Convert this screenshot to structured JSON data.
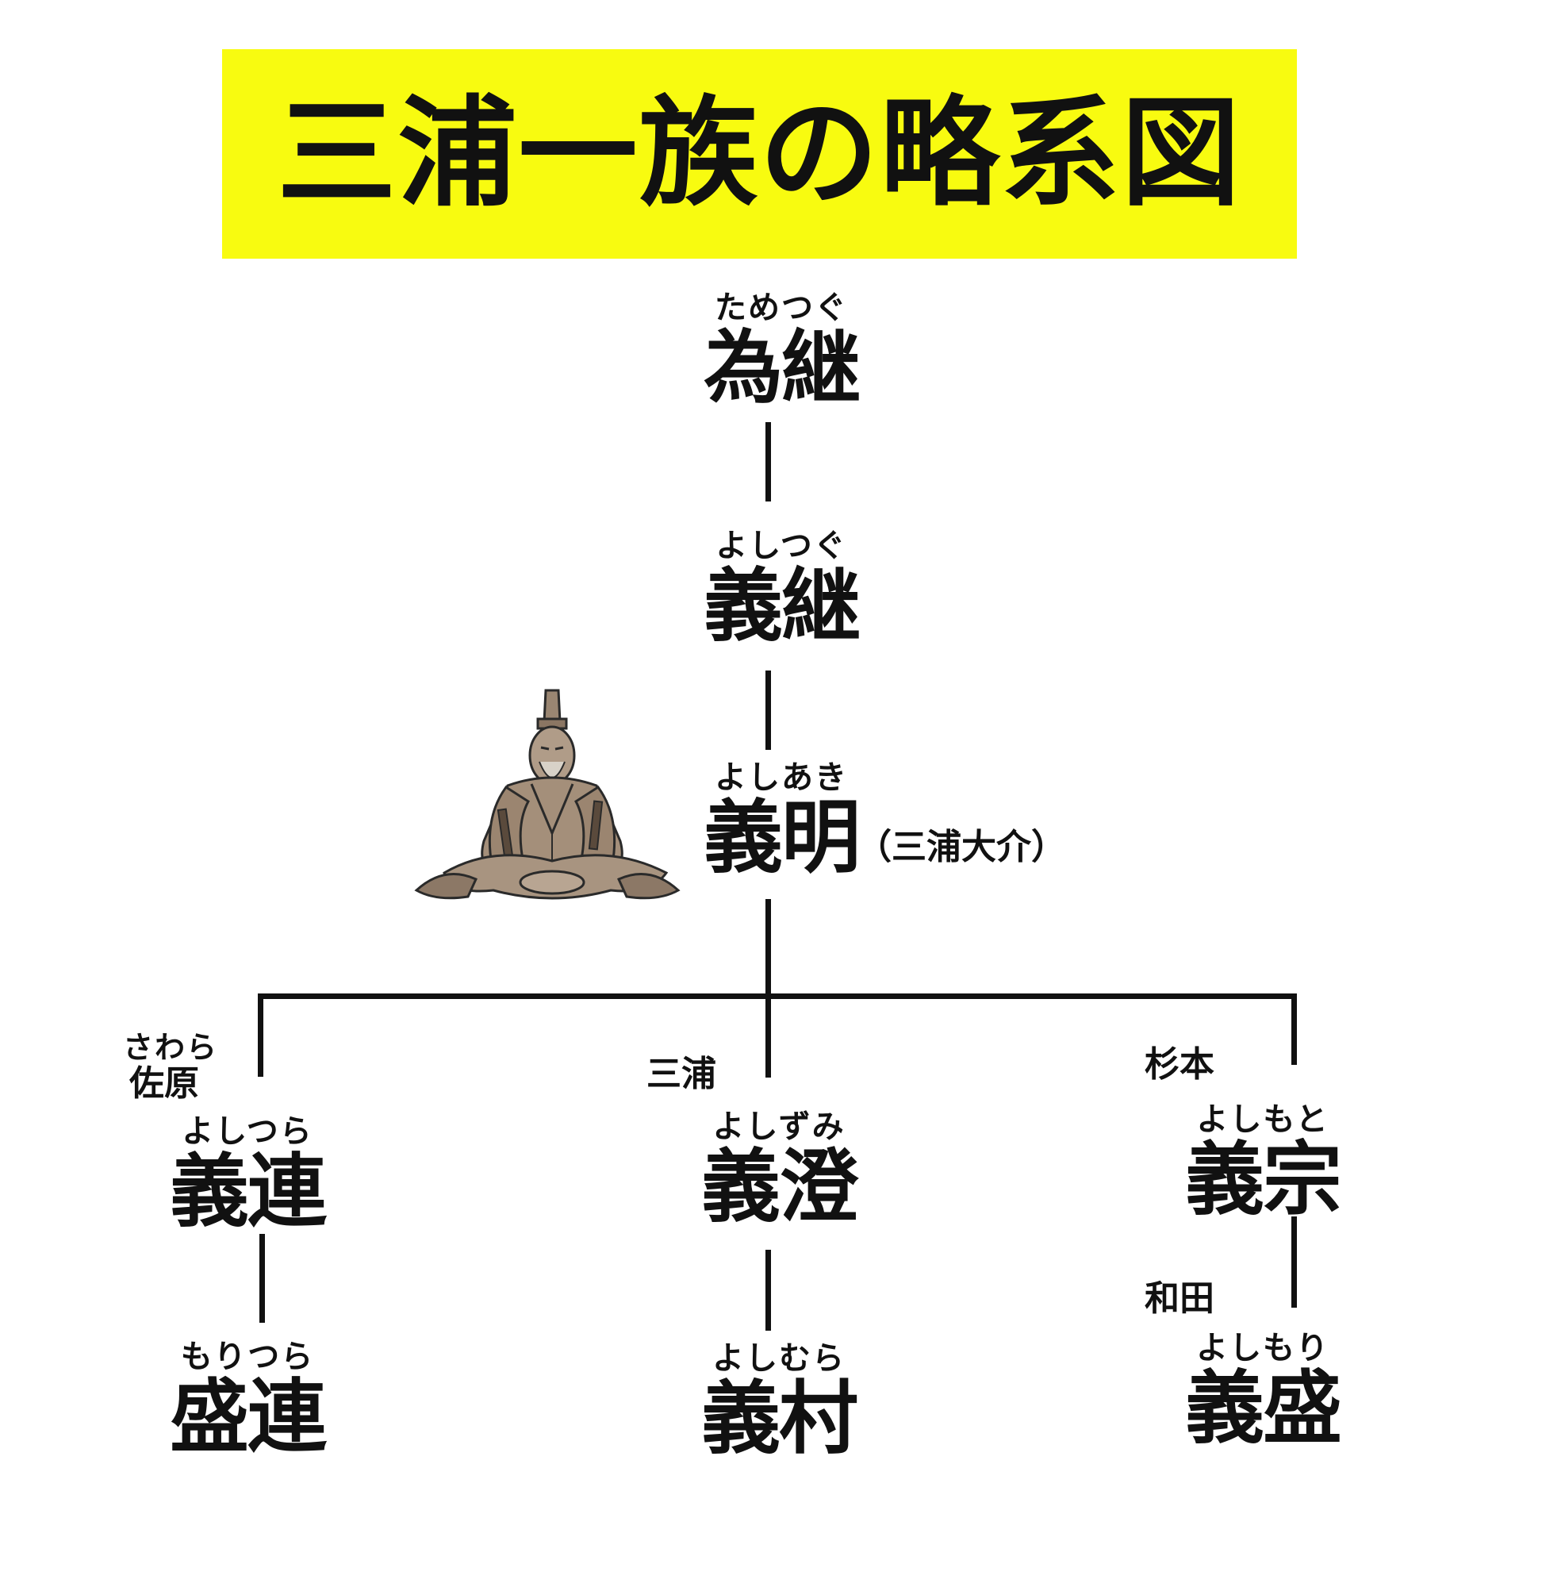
{
  "title": "三浦一族の略系図",
  "people": {
    "tametsugu": {
      "name": "為継",
      "reading": "ためつぐ"
    },
    "yoshitsugu": {
      "name": "義継",
      "reading": "よしつぐ"
    },
    "yoshiaki": {
      "name": "義明",
      "reading": "よしあき",
      "note": "（三浦大介）"
    },
    "yoshitsura": {
      "name": "義連",
      "reading": "よしつら",
      "branch": "佐原",
      "branch_reading": "さわら"
    },
    "yoshizumi": {
      "name": "義澄",
      "reading": "よしずみ",
      "branch": "三浦"
    },
    "yoshimoto": {
      "name": "義宗",
      "reading": "よしもと",
      "branch": "杉本"
    },
    "moritsura": {
      "name": "盛連",
      "reading": "もりつら"
    },
    "yoshimura": {
      "name": "義村",
      "reading": "よしむら"
    },
    "yoshimori": {
      "name": "義盛",
      "reading": "よしもり",
      "branch": "和田"
    }
  },
  "colors": {
    "title_background": "#f8fb10",
    "line": "#111111"
  },
  "illustration": "seated-samurai-statue"
}
